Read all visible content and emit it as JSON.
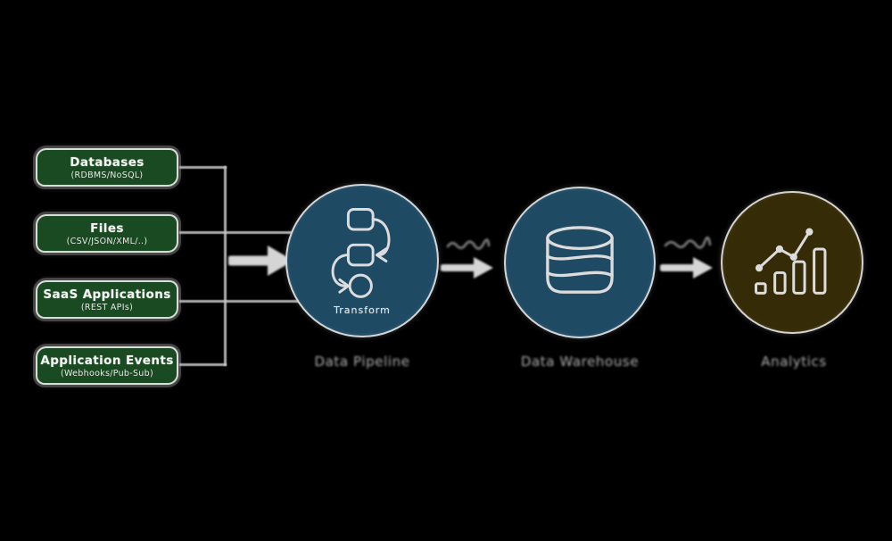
{
  "diagram": {
    "background": "#000000",
    "sources": {
      "fill": "#1a4a21",
      "border": "#e4e4e4",
      "boxes": [
        {
          "title": "Databases",
          "subtitle": "(RDBMS/NoSQL)"
        },
        {
          "title": "Files",
          "subtitle": "(CSV/JSON/XML/..)"
        },
        {
          "title": "SaaS Applications",
          "subtitle": "(REST APIs)"
        },
        {
          "title": "Application Events",
          "subtitle": "(Webhooks/Pub-Sub)"
        }
      ]
    },
    "stages": [
      {
        "name": "transform",
        "icon": "workflow-icon",
        "inner_label": "Transform",
        "caption": "Data Pipeline",
        "fill": "#1e4a64"
      },
      {
        "name": "warehouse",
        "icon": "database-icon",
        "inner_label": "",
        "caption": "Data Warehouse",
        "fill": "#1e4a64"
      },
      {
        "name": "analytics",
        "icon": "bar-chart-icon",
        "inner_label": "",
        "caption": "Analytics",
        "fill": "#352b07"
      }
    ],
    "connector_color": "#c7c7c7",
    "arrow_color": "#e8e8e8"
  }
}
